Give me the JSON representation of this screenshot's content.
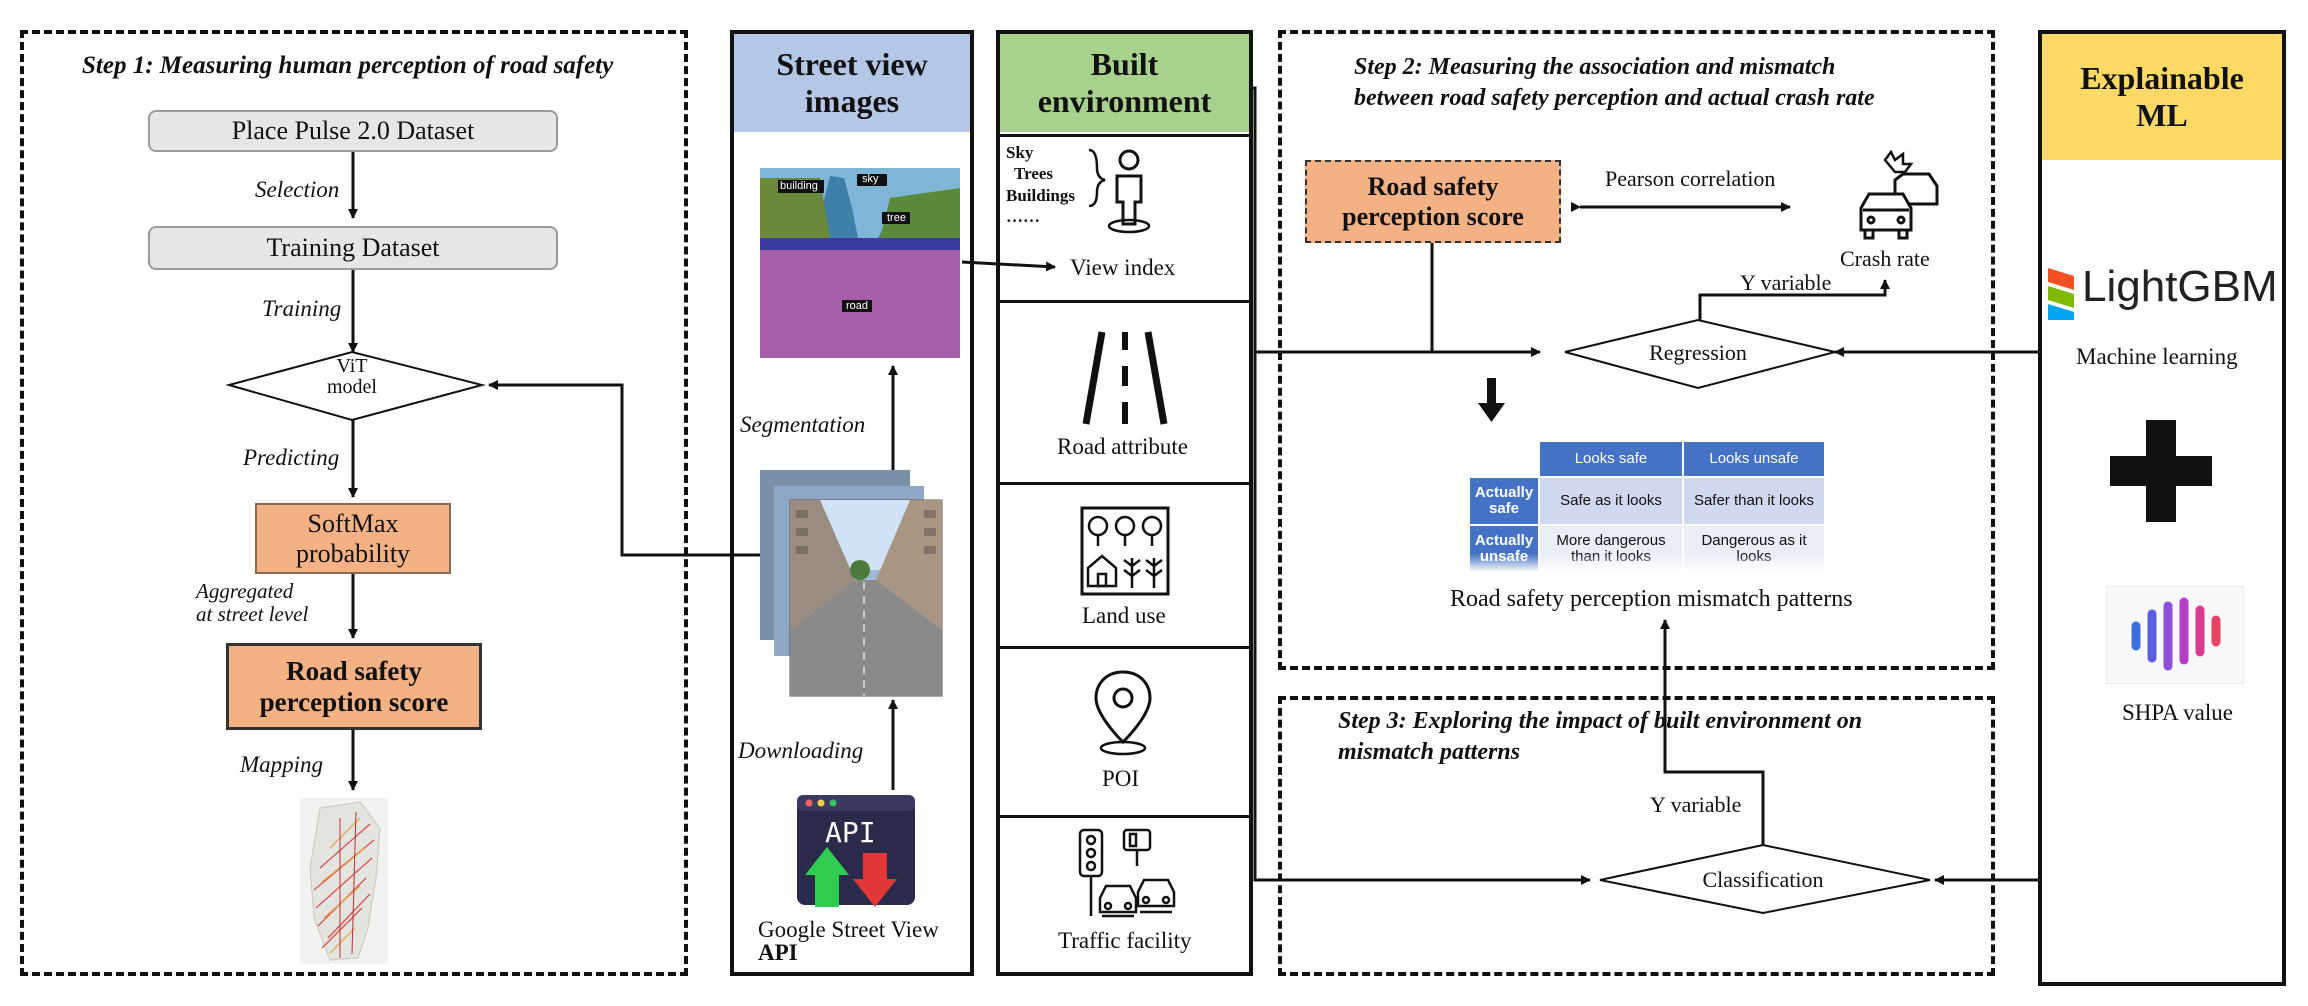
{
  "step1": {
    "title": "Step 1: Measuring human perception of road safety",
    "place_pulse": "Place Pulse 2.0 Dataset",
    "selection": "Selection",
    "training_dataset": "Training Dataset",
    "training": "Training",
    "vit_line1": "ViT",
    "vit_line2": "model",
    "predicting": "Predicting",
    "softmax_line1": "SoftMax",
    "softmax_line2": "probability",
    "aggregated_line1": "Aggregated",
    "aggregated_line2": "at street level",
    "score_line1": "Road safety",
    "score_line2": "perception score",
    "mapping": "Mapping"
  },
  "street_view": {
    "header_line1": "Street view",
    "header_line2": "images",
    "seg_label_building": "building",
    "seg_label_sky": "sky",
    "seg_label_tree": "tree",
    "seg_label_road": "road",
    "segmentation": "Segmentation",
    "downloading": "Downloading",
    "api_text": "API",
    "api_caption_line1": "Google Street View",
    "api_caption_line2": "API"
  },
  "built_env": {
    "header_line1": "Built",
    "header_line2": "environment",
    "legend_sky": "Sky",
    "legend_trees": "Trees",
    "legend_buildings": "Buildings",
    "legend_more": "……",
    "view_index": "View index",
    "road_attribute": "Road attribute",
    "land_use": "Land use",
    "poi": "POI",
    "traffic_facility": "Traffic facility"
  },
  "step2": {
    "title_line1": "Step 2: Measuring the association and mismatch",
    "title_line2": "between road safety perception and actual crash rate",
    "score_line1": "Road safety",
    "score_line2": "perception score",
    "pearson": "Pearson correlation",
    "crash_rate": "Crash rate",
    "y_variable": "Y variable",
    "regression": "Regression",
    "matrix": {
      "col_headers": [
        "Looks safe",
        "Looks unsafe"
      ],
      "rows": [
        {
          "header": "Actually safe",
          "cells": [
            "Safe as it looks",
            "Safer than it looks"
          ]
        },
        {
          "header": "Actually unsafe",
          "cells": [
            "More dangerous than it looks",
            "Dangerous as it looks"
          ]
        }
      ]
    },
    "mismatch_caption": "Road safety perception mismatch patterns"
  },
  "step3": {
    "title_line1": "Step 3: Exploring the impact of built environment on",
    "title_line2": "mismatch patterns",
    "y_variable": "Y variable",
    "classification": "Classification"
  },
  "explainable": {
    "header_line1": "Explainable",
    "header_line2": "ML",
    "lightgbm": "LightGBM",
    "machine_learning": "Machine learning",
    "shpa_value": "SHPA value"
  },
  "colors": {
    "orange": "#f4b183",
    "blue_header": "#b4c7e7",
    "green_header": "#a9d18e",
    "yellow_header": "#ffd966",
    "matrix_blue": "#4472c4"
  }
}
